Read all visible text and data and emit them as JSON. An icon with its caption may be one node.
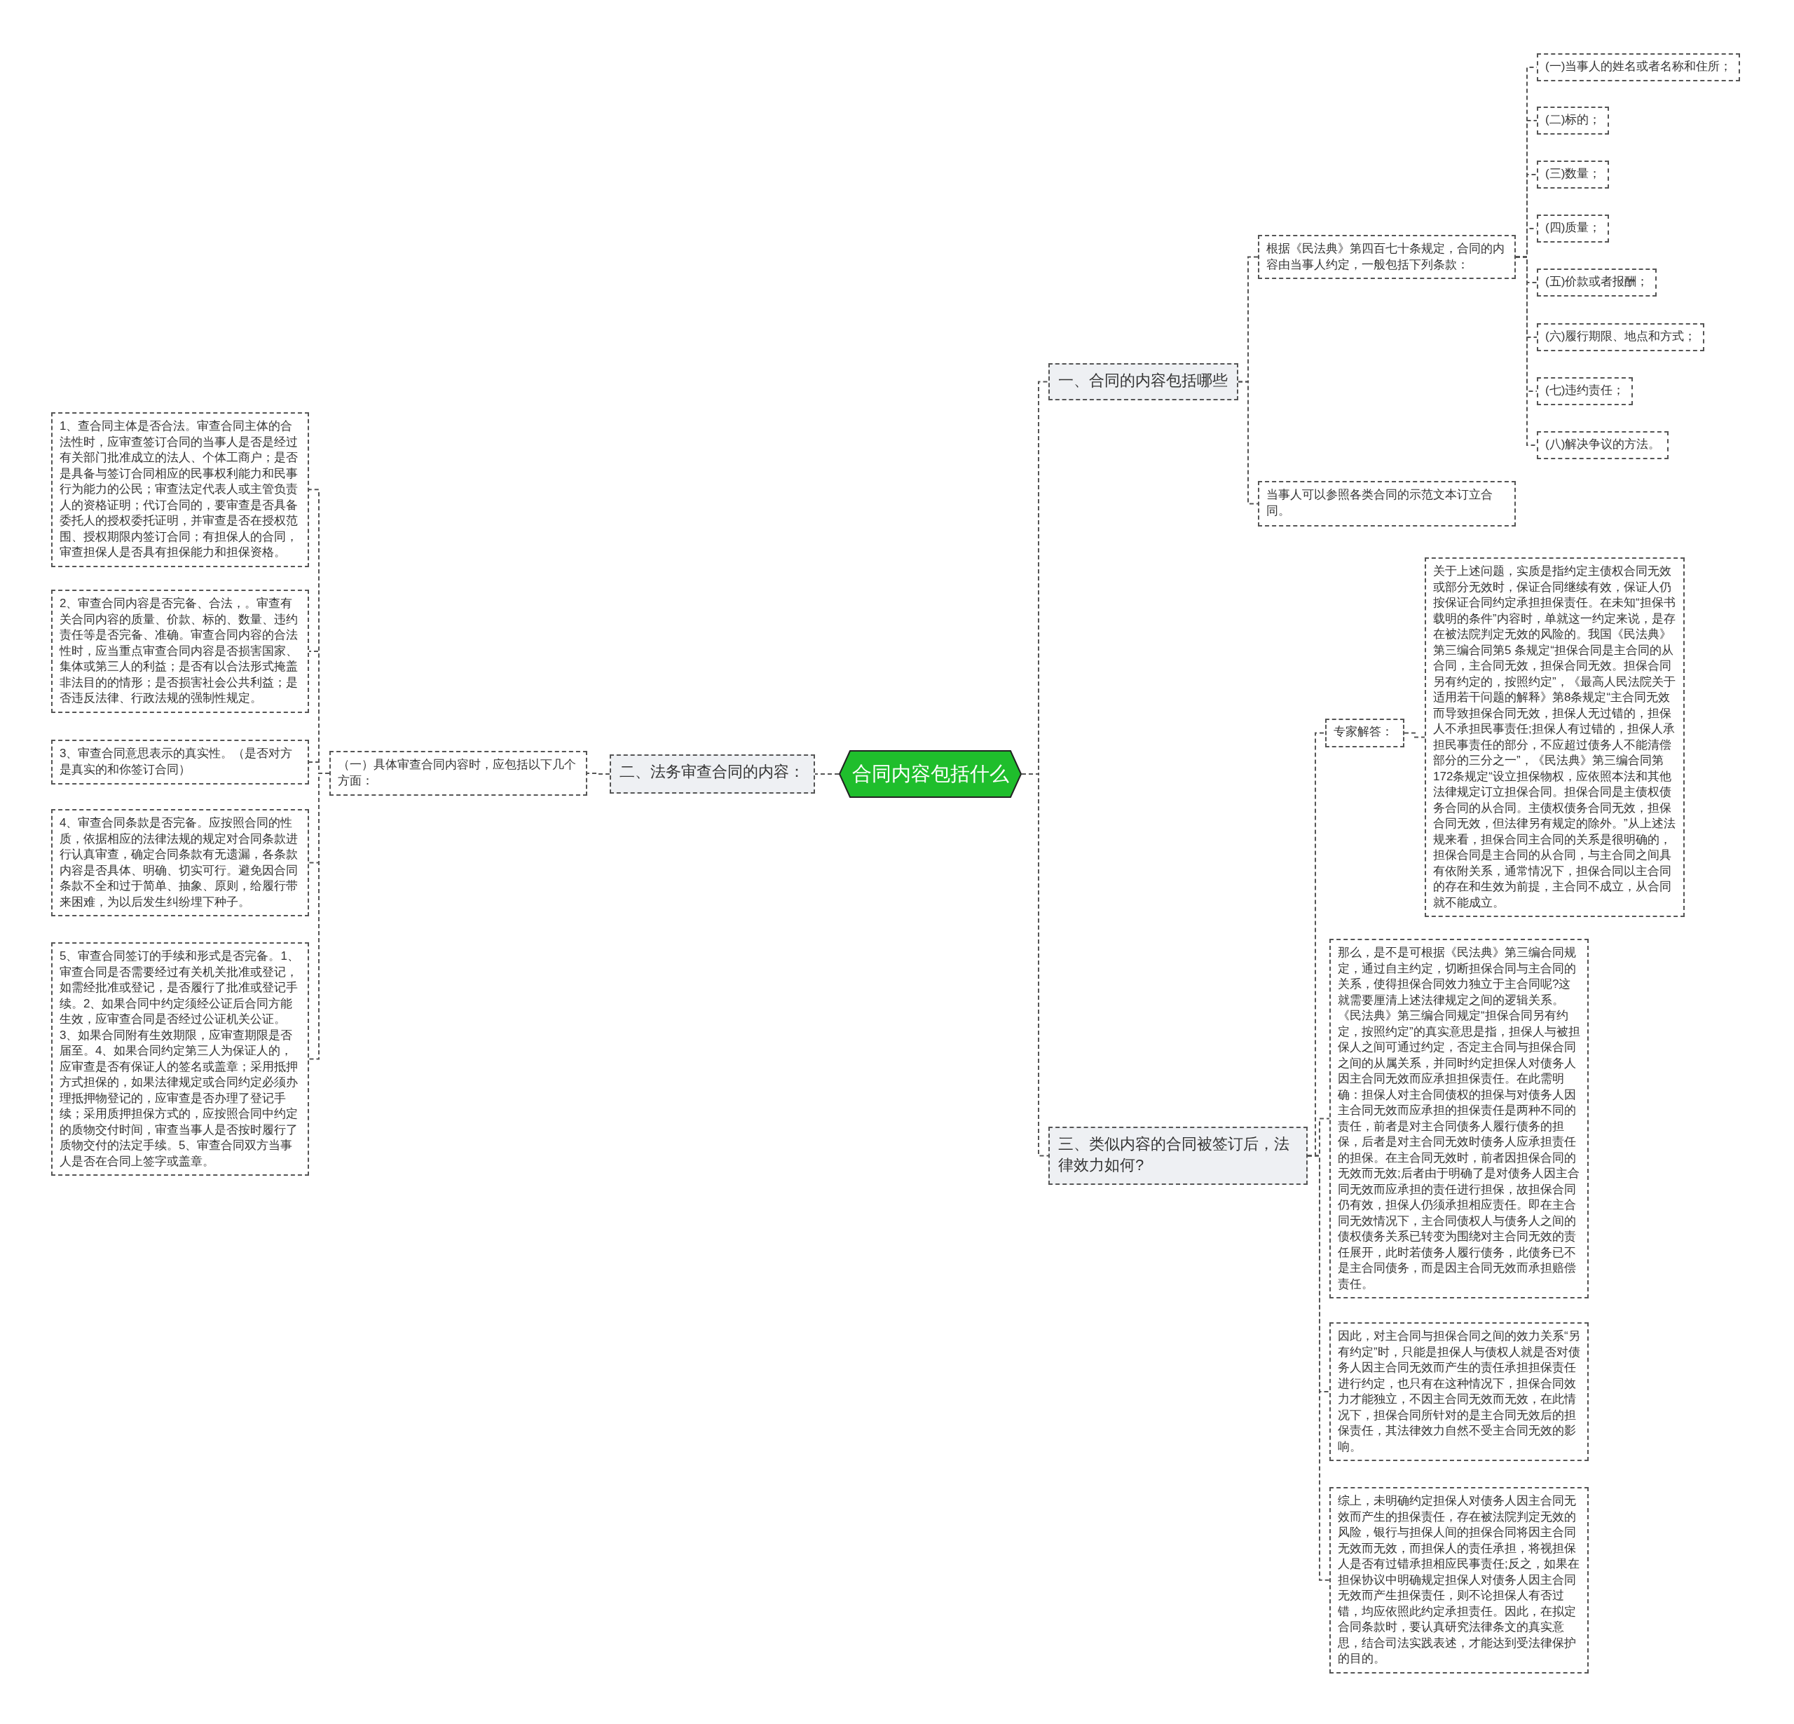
{
  "diagram": {
    "nodes": [
      {
        "text": [
          "合同内容包括什么"
        ]
      },
      {
        "text": [
          "一、合同的内容包括哪些"
        ]
      },
      {
        "text": [
          "根据《民法典》第四百七十条规定，合同的内容由当事人约定，一般包括下列条款："
        ]
      },
      {
        "text": [
          "(一)当事人的姓名或者名称和住所；"
        ]
      },
      {
        "text": [
          "(二)标的；"
        ]
      },
      {
        "text": [
          "(三)数量；"
        ]
      },
      {
        "text": [
          "(四)质量；"
        ]
      },
      {
        "text": [
          "(五)价款或者报酬；"
        ]
      },
      {
        "text": [
          "(六)履行期限、地点和方式；"
        ]
      },
      {
        "text": [
          "(七)违约责任；"
        ]
      },
      {
        "text": [
          "(八)解决争议的方法。"
        ]
      },
      {
        "text": [
          "当事人可以参照各类合同的示范文本订立合同。"
        ]
      },
      {
        "text": [
          "二、法务审查合同的内容："
        ]
      },
      {
        "text": [
          "（一）具体审查合同内容时，应包括以下几个方面："
        ]
      },
      {
        "text": [
          "1、查合同主体是否合法。审查合同主体的合法性时，应审查签订合同的当事人是否是经过有关部门批准成立的法人、个体工商户；是否是具备与签订合同相应的民事权利能力和民事行为能力的公民；审查法定代表人或主管负责人的资格证明；代订合同的，要审查是否具备委托人的授权委托证明，并审查是否在授权范围、授权期限内签订合同；有担保人的合同，审查担保人是否具有担保能力和担保资格。"
        ]
      },
      {
        "text": [
          "2、审查合同内容是否完备、合法，。审查有关合同内容的质量、价款、标的、数量、违约责任等是否完备、准确。审查合同内容的合法性时，应当重点审查合同内容是否损害国家、集体或第三人的利益；是否有以合法形式掩盖非法目的的情形；是否损害社会公共利益；是否违反法律、行政法规的强制性规定。"
        ]
      },
      {
        "text": [
          "3、审查合同意思表示的真实性。（是否对方是真实的和你签订合同）"
        ]
      },
      {
        "text": [
          "4、审查合同条款是否完备。应按照合同的性质，依据相应的法律法规的规定对合同条款进行认真审查，确定合同条款有无遗漏，各条款内容是否具体、明确、切实可行。避免因合同条款不全和过于简单、抽象、原则，给履行带来困难，为以后发生纠纷埋下种子。"
        ]
      },
      {
        "text": [
          "5、审查合同签订的手续和形式是否完备。1、审查合同是否需要经过有关机关批准或登记，如需经批准或登记，是否履行了批准或登记手续。2、如果合同中约定须经公证后合同方能生效，应审查合同是否经过公证机关公证。3、如果合同附有生效期限，应审查期限是否届至。4、如果合同约定第三人为保证人的，应审查是否有保证人的签名或盖章；采用抵押方式担保的，如果法律规定或合同约定必须办理抵押物登记的，应审查是否办理了登记手续；采用质押担保方式的，应按照合同中约定的质物交付时间，审查当事人是否按时履行了质物交付的法定手续。5、审查合同双方当事人是否在合同上签字或盖章。"
        ]
      },
      {
        "text": [
          "三、类似内容的合同被签订后，法律效力如何?"
        ]
      },
      {
        "text": [
          "专家解答："
        ]
      },
      {
        "text": [
          "关于上述问题，实质是指约定主债权合同无效或部分无效时，保证合同继续有效，保证人仍按保证合同约定承担担保责任。在未知“担保书载明的条件”内容时，单就这一约定来说，是存在被法院判定无效的风险的。我国《民法典》第三编合同第5 条规定“担保合同是主合同的从合同，主合同无效，担保合同无效。担保合同另有约定的，按照约定”，《最高人民法院关于适用若干问题的解释》第8条规定“主合同无效而导致担保合同无效，担保人无过错的，担保人不承担民事责任;担保人有过错的，担保人承担民事责任的部分，不应超过债务人不能清偿部分的三分之一”，《民法典》第三编合同第172条规定“设立担保物权，应依照本法和其他法律规定订立担保合同。担保合同是主债权债务合同的从合同。主债权债务合同无效，担保合同无效，但法律另有规定的除外。”从上述法规来看，担保合同主合同的关系是很明确的，担保合同是主合同的从合同，与主合同之间具有依附关系，通常情况下，担保合同以主合同的存在和生效为前提，主合同不成立，从合同就不能成立。"
        ]
      },
      {
        "text": [
          "那么，是不是可根据《民法典》第三编合同规定，通过自主约定，切断担保合同与主合同的关系，使得担保合同效力独立于主合同呢?这就需要厘清上述法律规定之间的逻辑关系。《民法典》第三编合同规定“担保合同另有约定，按照约定”的真实意思是指，担保人与被担保人之间可通过约定，否定主合同与担保合同之间的从属关系，并同时约定担保人对债务人因主合同无效而应承担担保责任。在此需明确：担保人对主合同债权的担保与对债务人因主合同无效而应承担的担保责任是两种不同的责任，前者是对主合同债务人履行债务的担保，后者是对主合同无效时债务人应承担责任的担保。在主合同无效时，前者因担保合同的无效而无效;后者由于明确了是对债务人因主合同无效而应承担的责任进行担保，故担保合同仍有效，担保人仍须承担相应责任。即在主合同无效情况下，主合同债权人与债务人之间的债权债务关系已转变为围绕对主合同无效的责任展开，此时若债务人履行债务，此债务已不是主合同债务，而是因主合同无效而承担赔偿责任。"
        ]
      },
      {
        "text": [
          "因此，对主合同与担保合同之间的效力关系“另有约定”时，只能是担保人与债权人就是否对债务人因主合同无效而产生的责任承担担保责任进行约定，也只有在这种情况下，担保合同效力才能独立，不因主合同无效而无效，在此情况下，担保合同所针对的是主合同无效后的担保责任，其法律效力自然不受主合同无效的影响。"
        ]
      },
      {
        "text": [
          "综上，未明确约定担保人对债务人因主合同无效而产生的担保责任，存在被法院判定无效的风险，银行与担保人间的担保合同将因主合同无效而无效，而担保人的责任承担，将视担保人是否有过错承担相应民事责任;反之，如果在担保协议中明确规定担保人对债务人因主合同无效而产生担保责任，则不论担保人有否过错，均应依照此约定承担责任。因此，在拟定合同条款时，要认真研究法律条文的真实意思，结合司法实践表述，才能达到受法律保护的目的。"
        ]
      }
    ],
    "edges": [
      {
        "from": 0,
        "to": 1,
        "arrow": "none"
      },
      {
        "from": 1,
        "to": 2,
        "arrow": "none"
      },
      {
        "from": 2,
        "to": 3,
        "arrow": "none"
      },
      {
        "from": 2,
        "to": 4,
        "arrow": "none"
      },
      {
        "from": 2,
        "to": 5,
        "arrow": "none"
      },
      {
        "from": 2,
        "to": 6,
        "arrow": "none"
      },
      {
        "from": 2,
        "to": 7,
        "arrow": "none"
      },
      {
        "from": 2,
        "to": 8,
        "arrow": "none"
      },
      {
        "from": 2,
        "to": 9,
        "arrow": "none"
      },
      {
        "from": 2,
        "to": 10,
        "arrow": "none"
      },
      {
        "from": 1,
        "to": 11,
        "arrow": "none"
      },
      {
        "from": 0,
        "to": 12,
        "arrow": "none"
      },
      {
        "from": 12,
        "to": 13,
        "arrow": "none"
      },
      {
        "from": 13,
        "to": 14,
        "arrow": "none"
      },
      {
        "from": 13,
        "to": 15,
        "arrow": "none"
      },
      {
        "from": 13,
        "to": 16,
        "arrow": "none"
      },
      {
        "from": 13,
        "to": 17,
        "arrow": "none"
      },
      {
        "from": 13,
        "to": 18,
        "arrow": "none"
      },
      {
        "from": 0,
        "to": 19,
        "arrow": "none"
      },
      {
        "from": 19,
        "to": 20,
        "arrow": "none"
      },
      {
        "from": 20,
        "to": 21,
        "arrow": "none"
      },
      {
        "from": 19,
        "to": 22,
        "arrow": "none"
      },
      {
        "from": 19,
        "to": 23,
        "arrow": "none"
      },
      {
        "from": 19,
        "to": 24,
        "arrow": "none"
      }
    ]
  }
}
